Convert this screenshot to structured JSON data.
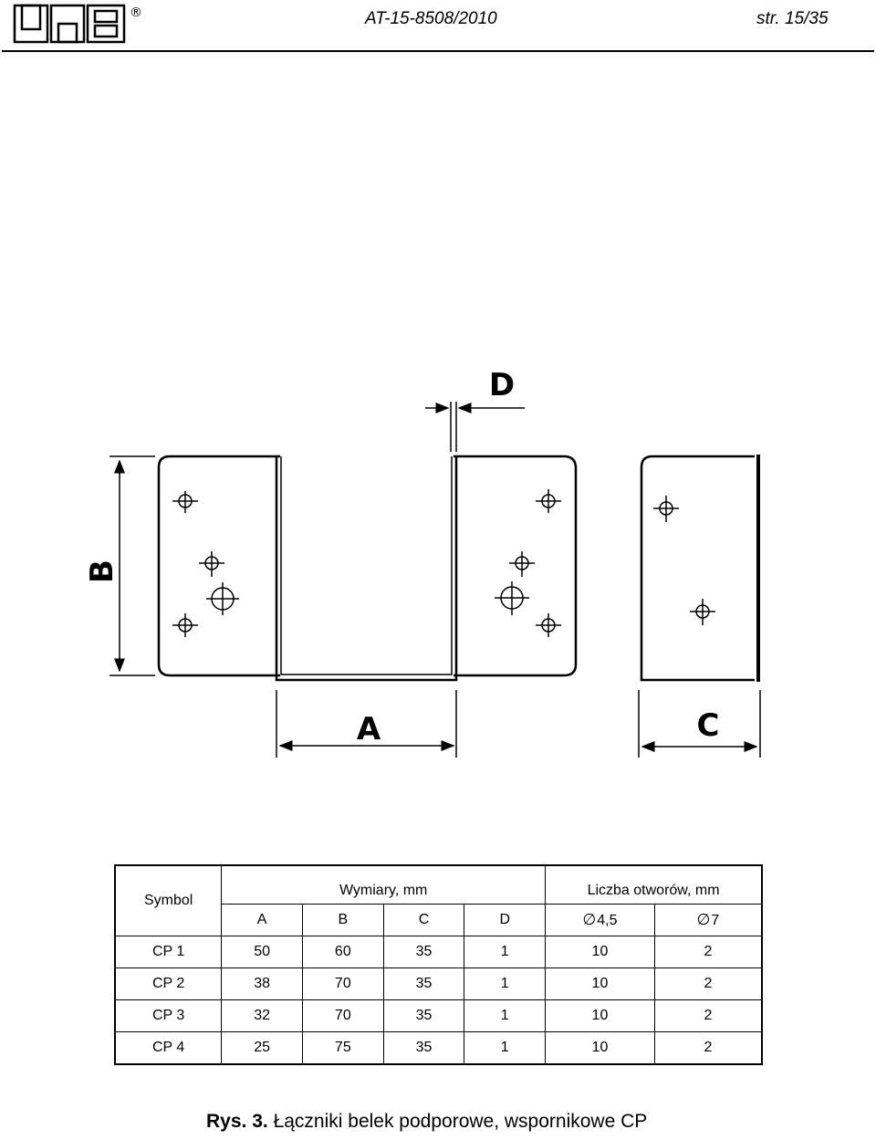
{
  "header": {
    "document_number": "AT-15-8508/2010",
    "page_number": "str. 15/35",
    "registered_mark": "®"
  },
  "drawing": {
    "dimension_labels": {
      "a": "A",
      "b": "B",
      "c": "C",
      "d": "D"
    }
  },
  "table": {
    "symbol_header": "Symbol",
    "dimensions_header": "Wymiary, mm",
    "holes_header": "Liczba otworów, mm",
    "dimension_columns": [
      "A",
      "B",
      "C",
      "D"
    ],
    "hole_columns": [
      "4,5",
      "7"
    ],
    "diameter_symbol": "∅",
    "rows": [
      {
        "symbol": "CP 1",
        "a": "50",
        "b": "60",
        "c": "35",
        "d": "1",
        "holes_45": "10",
        "holes_7": "2"
      },
      {
        "symbol": "CP 2",
        "a": "38",
        "b": "70",
        "c": "35",
        "d": "1",
        "holes_45": "10",
        "holes_7": "2"
      },
      {
        "symbol": "CP 3",
        "a": "32",
        "b": "70",
        "c": "35",
        "d": "1",
        "holes_45": "10",
        "holes_7": "2"
      },
      {
        "symbol": "CP 4",
        "a": "25",
        "b": "75",
        "c": "35",
        "d": "1",
        "holes_45": "10",
        "holes_7": "2"
      }
    ]
  },
  "caption": {
    "figure_label": "Rys. 3.",
    "text": "Łączniki belek podporowe, wspornikowe CP"
  }
}
